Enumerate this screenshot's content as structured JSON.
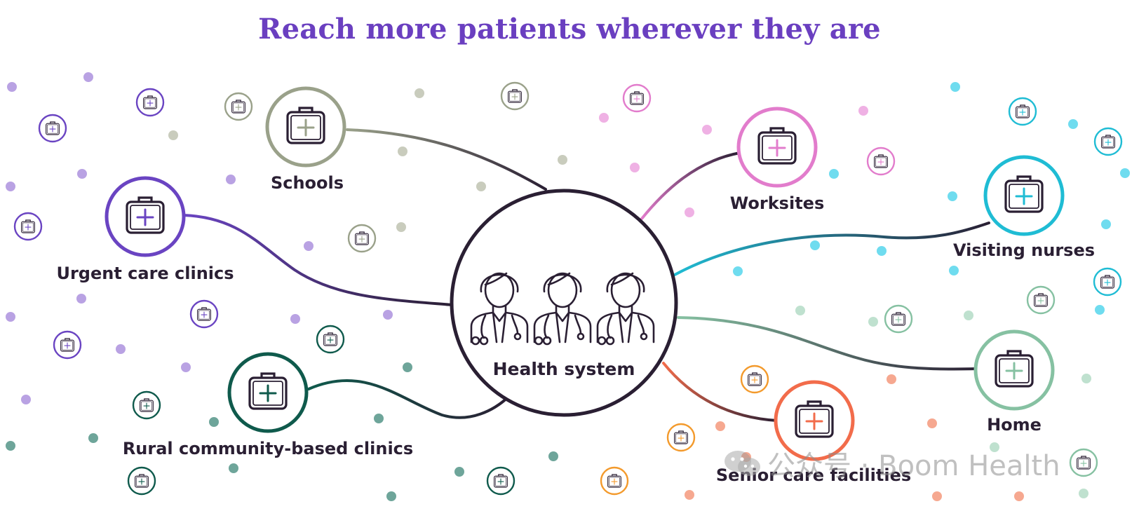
{
  "title": "Reach more patients wherever they are",
  "hub": {
    "label": "Health system",
    "color": "#2a1f33",
    "icon": "three-doctors-icon"
  },
  "nodes": [
    {
      "id": "schools",
      "label": "Schools",
      "color": "#9aa18a",
      "icon": "medical-kit-icon"
    },
    {
      "id": "urgent-care-clinics",
      "label": "Urgent care clinics",
      "color": "#6a44c2",
      "icon": "medical-kit-icon"
    },
    {
      "id": "rural-community-based-clinics",
      "label": "Rural community-based clinics",
      "color": "#0f5a4c",
      "icon": "medical-kit-icon"
    },
    {
      "id": "worksites",
      "label": "Worksites",
      "color": "#e27ccc",
      "icon": "medical-kit-icon"
    },
    {
      "id": "visiting-nurses",
      "label": "Visiting nurses",
      "color": "#1fbcd4",
      "icon": "medical-kit-icon"
    },
    {
      "id": "home",
      "label": "Home",
      "color": "#86c1a2",
      "icon": "medical-kit-icon"
    },
    {
      "id": "senior-care-facilities",
      "label": "Senior care facilities",
      "color": "#f26c4b",
      "icon": "medical-kit-icon"
    }
  ],
  "palette": {
    "purple": "#6a44c2",
    "lavender": "#b9a2e3",
    "sage": "#9aa18a",
    "sage_light": "#c9ccbd",
    "teal": "#0f5a4c",
    "teal_light": "#6ea59a",
    "pink": "#e27ccc",
    "pink_light": "#efb1e4",
    "cyan": "#1fbcd4",
    "cyan_light": "#6fdcef",
    "mint": "#86c1a2",
    "mint_light": "#bfe1cf",
    "orange": "#f39a2c",
    "salmon": "#f6a890",
    "coral": "#f26c4b"
  },
  "watermark": {
    "text": "公众号 · Boom Health",
    "icon": "wechat-icon"
  }
}
